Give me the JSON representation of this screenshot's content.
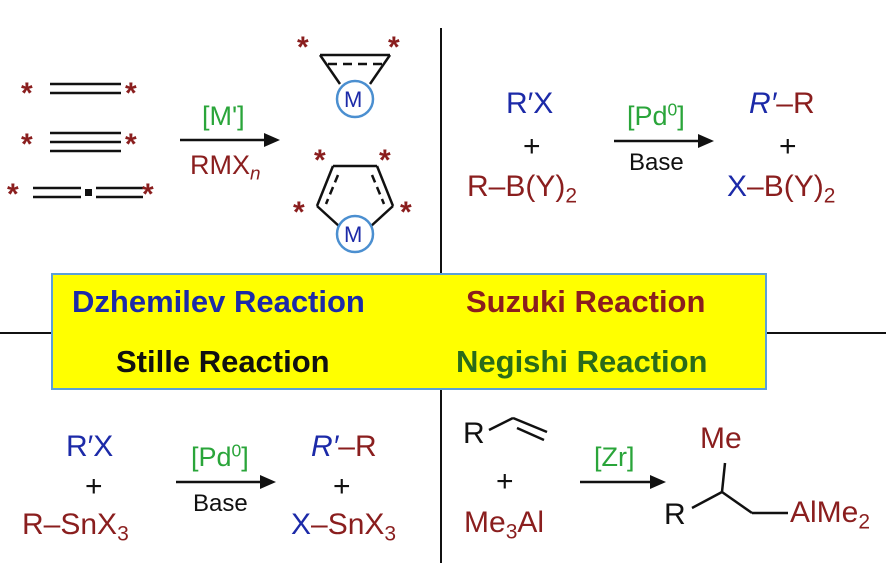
{
  "quadrants": {
    "dzhemilev": {
      "title": "Dzhemilev Reaction",
      "catalyst": "[M']",
      "reagent_prefix": "RMX",
      "reagent_sub": "n",
      "metal_top": "M",
      "metal_bottom": "M",
      "star": "*"
    },
    "suzuki": {
      "title": "Suzuki Reaction",
      "reactant1": "R′X",
      "plus1": "+",
      "reactant2": "R–B(Y)",
      "reactant2_sub": "2",
      "catalyst": "[Pd",
      "catalyst_sup": "0",
      "catalyst_end": "]",
      "condition": "Base",
      "product1_a": "R′",
      "product1_b": "–R",
      "plus2": "+",
      "product2_a": "X",
      "product2_b": "–B(Y)",
      "product2_sub": "2"
    },
    "stille": {
      "title": "Stille Reaction",
      "reactant1": "R′X",
      "plus1": "+",
      "reactant2": "R–SnX",
      "reactant2_sub": "3",
      "catalyst": "[Pd",
      "catalyst_sup": "0",
      "catalyst_end": "]",
      "condition": "Base",
      "product1_a": "R′",
      "product1_b": "–R",
      "plus2": "+",
      "product2_a": "X",
      "product2_b": "–SnX",
      "product2_sub": "3"
    },
    "negishi": {
      "title": "Negishi Reaction",
      "reactant1_r": "R",
      "plus1": "+",
      "reactant2_a": "Me",
      "reactant2_sub": "3",
      "reactant2_b": "Al",
      "catalyst": "[Zr]",
      "product_me": "Me",
      "product_r": "R",
      "product_al": "AlMe",
      "product_al_sub": "2"
    }
  },
  "colors": {
    "blue": "#1c2aa8",
    "dark_red": "#8a1e1e",
    "green": "#2aa53a",
    "dark_green": "#2a6b1a",
    "title_fill": "#ffff00",
    "title_border": "#5aa0d8",
    "metal_circle": "#4b8fd0"
  }
}
